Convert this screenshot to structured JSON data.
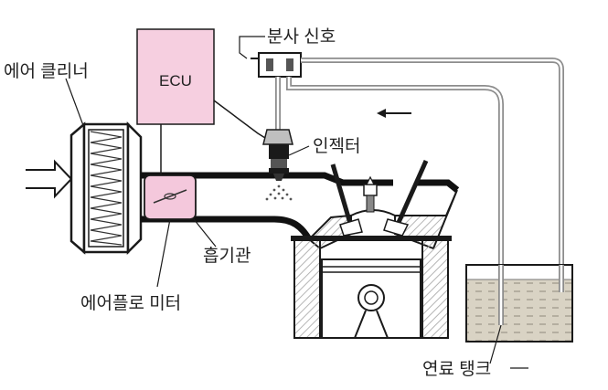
{
  "labels": {
    "ecu": "ECU",
    "injection_signal": "분사 신호",
    "air_cleaner": "에어 클리너",
    "injector": "인젝터",
    "intake_manifold": "흡기관",
    "air_flow_meter": "에어플로 미터",
    "fuel_tank": "연료 탱크"
  },
  "colors": {
    "ecu_fill": "#f6cfe0",
    "meter_fill": "#f4c8dc",
    "fuel": "#d9d3c4",
    "line": "#1a1a1a",
    "gray": "#8c8c8c"
  }
}
